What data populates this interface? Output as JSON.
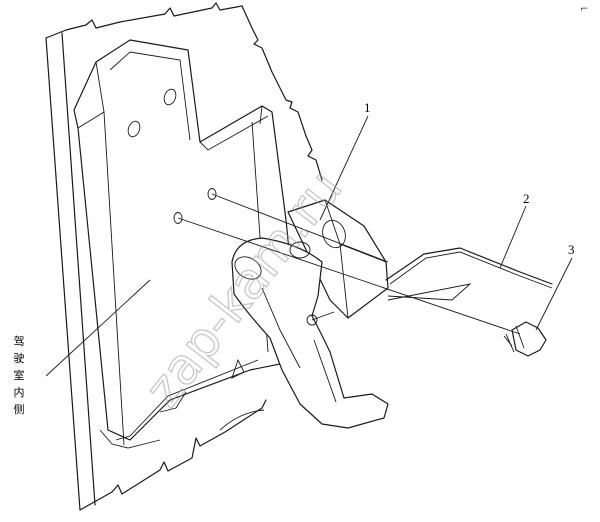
{
  "callouts": [
    {
      "id": "1",
      "text": "1"
    },
    {
      "id": "2",
      "text": "2"
    },
    {
      "id": "3",
      "text": "3"
    }
  ],
  "side_label_chars": [
    "驾",
    "驶",
    "室",
    "内",
    "侧"
  ],
  "watermark": "zap-kam.ru",
  "corner_mark": "⌐"
}
